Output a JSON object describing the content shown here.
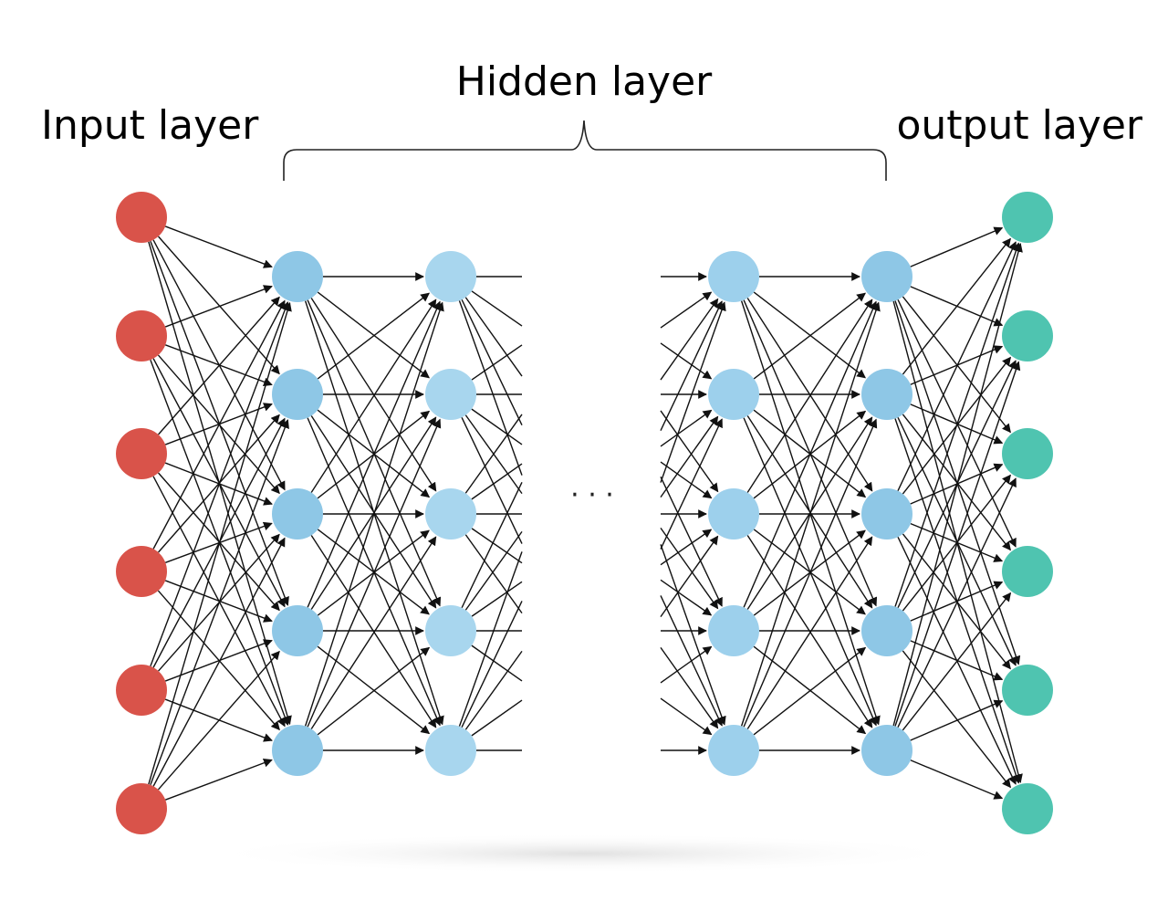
{
  "labels": {
    "input": "Input layer",
    "hidden": "Hidden layer",
    "output": "output layer"
  },
  "ellipsis": "· · ·",
  "network": {
    "layers": [
      {
        "name": "input",
        "nodes": 6,
        "color": "#d9534a"
      },
      {
        "name": "hidden-1",
        "nodes": 5,
        "color": "#8ec7e6"
      },
      {
        "name": "hidden-2",
        "nodes": 5,
        "color": "#a8d6ee"
      },
      {
        "name": "hidden-n-1",
        "nodes": 5,
        "color": "#9dd0ec"
      },
      {
        "name": "hidden-n",
        "nodes": 5,
        "color": "#8ec7e6"
      },
      {
        "name": "output",
        "nodes": 6,
        "color": "#4fc4b0"
      }
    ],
    "connection": "fully-connected",
    "edge_color": "#111111"
  }
}
